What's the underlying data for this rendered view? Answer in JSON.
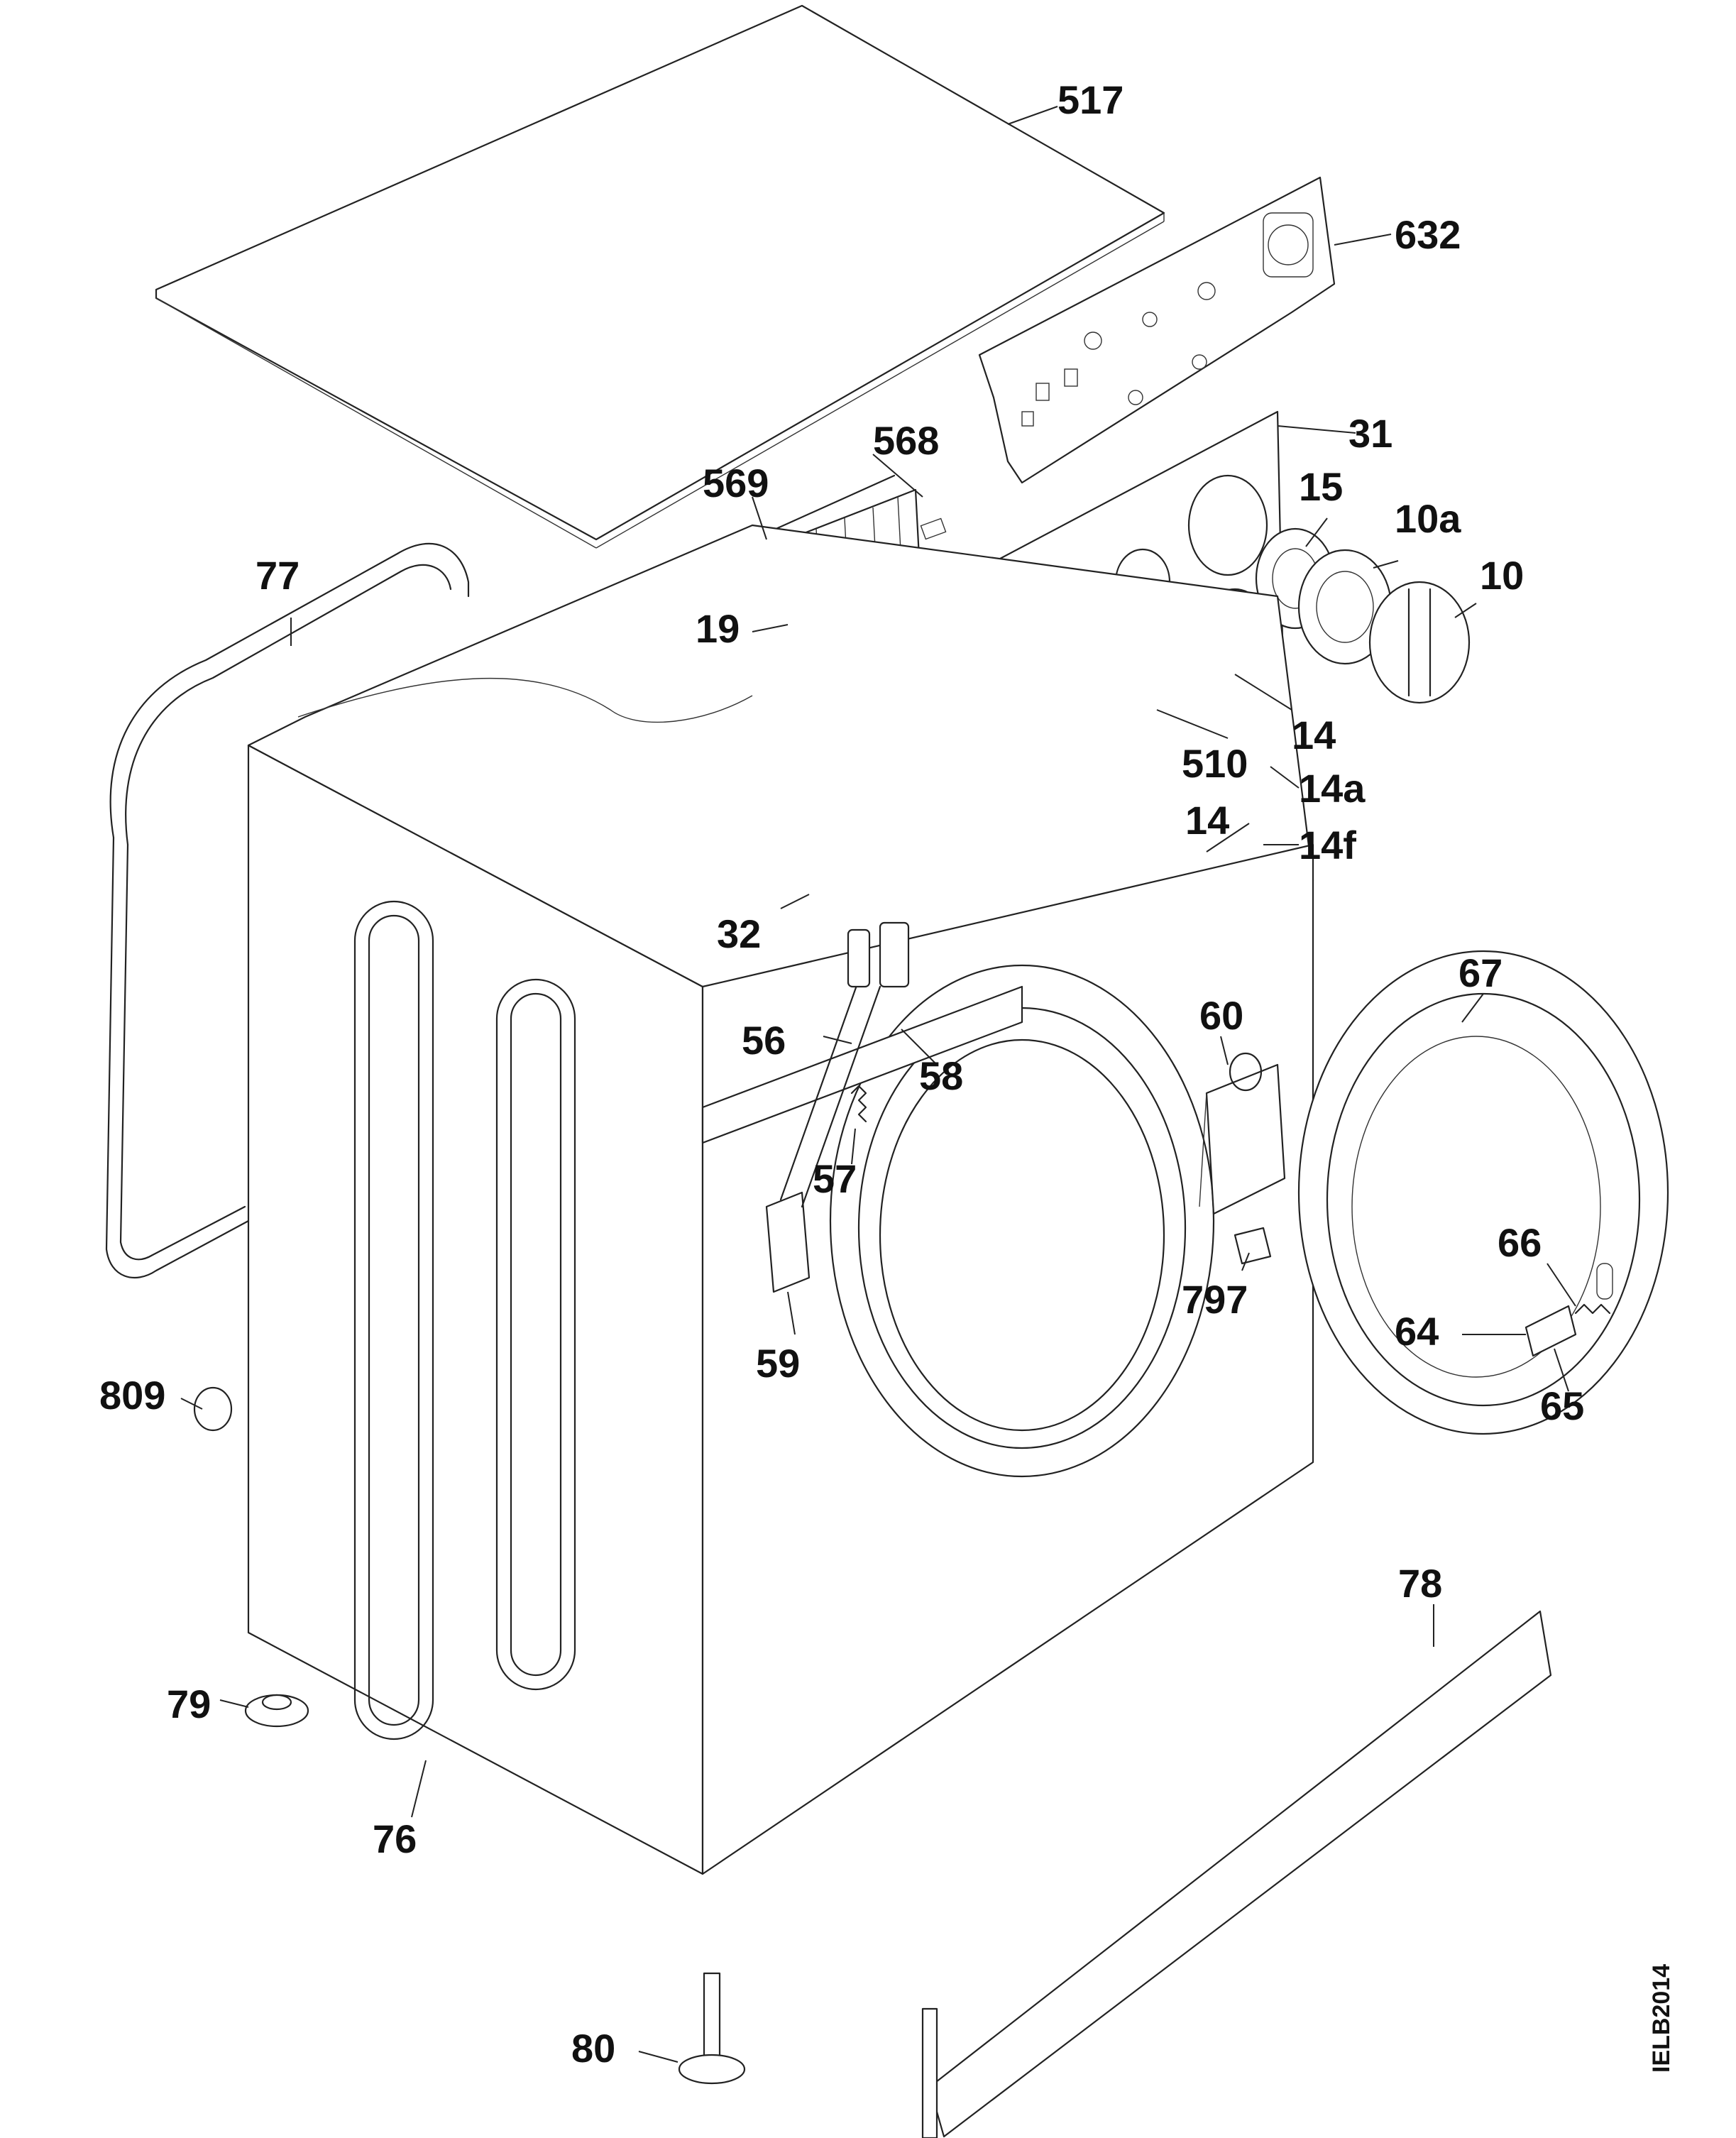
{
  "drawing_code": "IELB2014",
  "callouts": [
    {
      "id": "517",
      "label": "517"
    },
    {
      "id": "632",
      "label": "632"
    },
    {
      "id": "568",
      "label": "568"
    },
    {
      "id": "31",
      "label": "31"
    },
    {
      "id": "569",
      "label": "569"
    },
    {
      "id": "15",
      "label": "15"
    },
    {
      "id": "10a",
      "label": "10a"
    },
    {
      "id": "77",
      "label": "77"
    },
    {
      "id": "10",
      "label": "10"
    },
    {
      "id": "19",
      "label": "19"
    },
    {
      "id": "14-top",
      "label": "14"
    },
    {
      "id": "510",
      "label": "510"
    },
    {
      "id": "14a",
      "label": "14a"
    },
    {
      "id": "14-mid",
      "label": "14"
    },
    {
      "id": "14f",
      "label": "14f"
    },
    {
      "id": "32",
      "label": "32"
    },
    {
      "id": "67",
      "label": "67"
    },
    {
      "id": "60",
      "label": "60"
    },
    {
      "id": "56",
      "label": "56"
    },
    {
      "id": "58",
      "label": "58"
    },
    {
      "id": "57",
      "label": "57"
    },
    {
      "id": "66",
      "label": "66"
    },
    {
      "id": "797",
      "label": "797"
    },
    {
      "id": "64",
      "label": "64"
    },
    {
      "id": "59",
      "label": "59"
    },
    {
      "id": "809",
      "label": "809"
    },
    {
      "id": "65",
      "label": "65"
    },
    {
      "id": "78",
      "label": "78"
    },
    {
      "id": "79",
      "label": "79"
    },
    {
      "id": "76",
      "label": "76"
    },
    {
      "id": "80",
      "label": "80"
    }
  ]
}
